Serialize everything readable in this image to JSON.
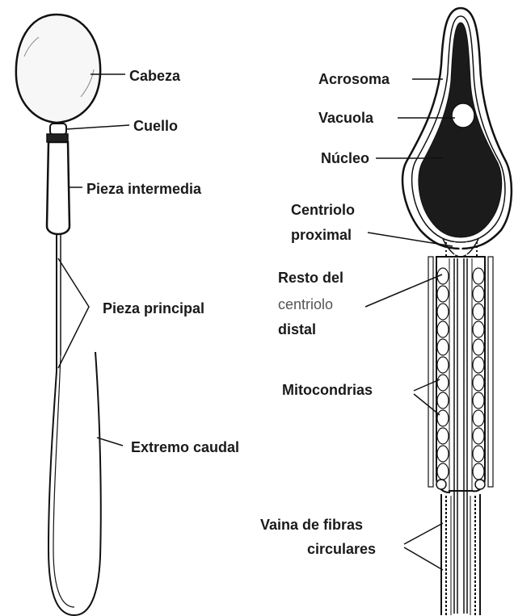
{
  "left_labels": {
    "head": "Cabeza",
    "neck": "Cuello",
    "middle_piece": "Pieza intermedia",
    "principal_piece": "Pieza principal",
    "tail_end": "Extremo caudal"
  },
  "right_labels": {
    "acrosome": "Acrosoma",
    "vacuole": "Vacuola",
    "nucleus": "Núcleo",
    "proximal_centriole_line1": "Centriolo",
    "proximal_centriole_line2": "proximal",
    "distal_centriole_line1": "Resto del",
    "distal_centriole_line2": "centriolo",
    "distal_centriole_line3": "distal",
    "mitochondria": "Mitocondrias",
    "fiber_sheath_line1": "Vaina de fibras",
    "fiber_sheath_line2": "circulares"
  },
  "colors": {
    "ink": "#111111",
    "fill_dark": "#1b1b1b",
    "paper": "#ffffff"
  }
}
